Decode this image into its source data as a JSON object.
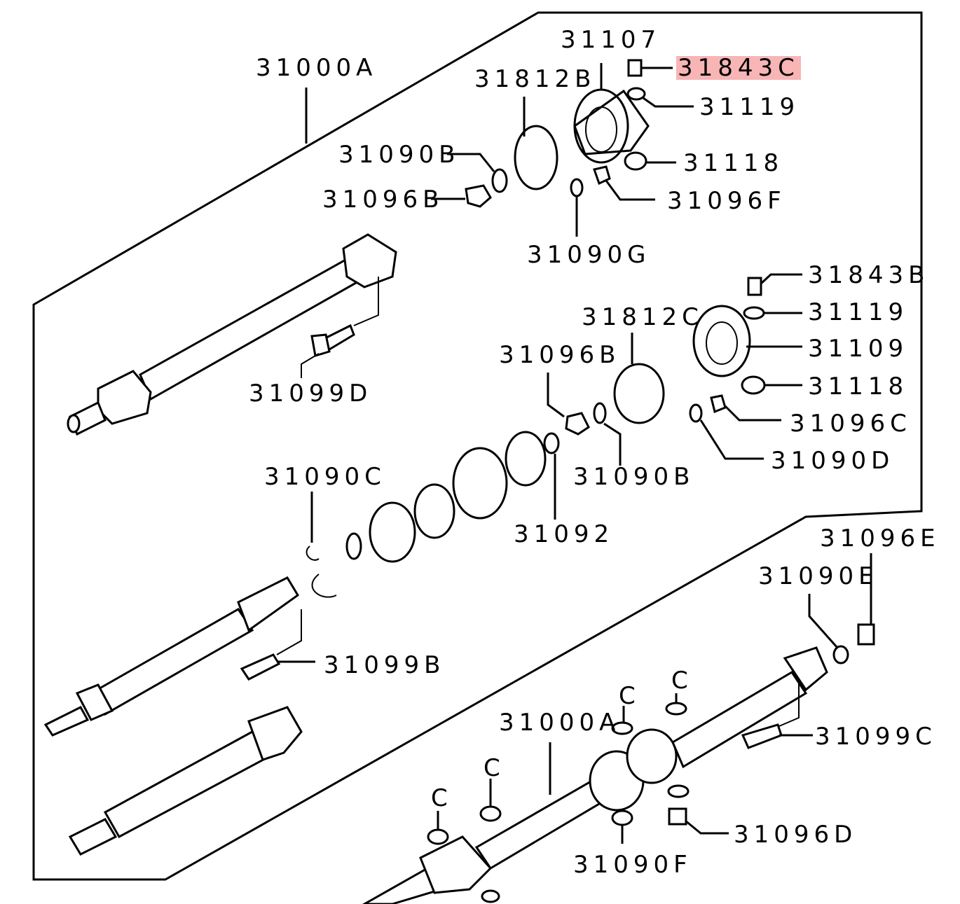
{
  "diagram": {
    "highlight_color": "#f7b5b5",
    "labels": {
      "l_31000A_top": "31000A",
      "l_31107": "31107",
      "l_31843C": "31843C",
      "l_31812B": "31812B",
      "l_31119_a": "31119",
      "l_31090B_a": "31090B",
      "l_31118_a": "31118",
      "l_31096B_a": "31096B",
      "l_31096F": "31096F",
      "l_31090G": "31090G",
      "l_31843B": "31843B",
      "l_31119_b": "31119",
      "l_31812C": "31812C",
      "l_31109": "31109",
      "l_31096B_b": "31096B",
      "l_31118_b": "31118",
      "l_31099D": "31099D",
      "l_31096C": "31096C",
      "l_31090D": "31090D",
      "l_31090C": "31090C",
      "l_31090B_b": "31090B",
      "l_31092": "31092",
      "l_31096E": "31096E",
      "l_31090E": "31090E",
      "l_31099B": "31099B",
      "l_c1": "C",
      "l_c2": "C",
      "l_31000A_bot": "31000A",
      "l_31099C": "31099C",
      "l_c3": "C",
      "l_c4": "C",
      "l_31096D": "31096D",
      "l_31090F": "31090F"
    }
  }
}
